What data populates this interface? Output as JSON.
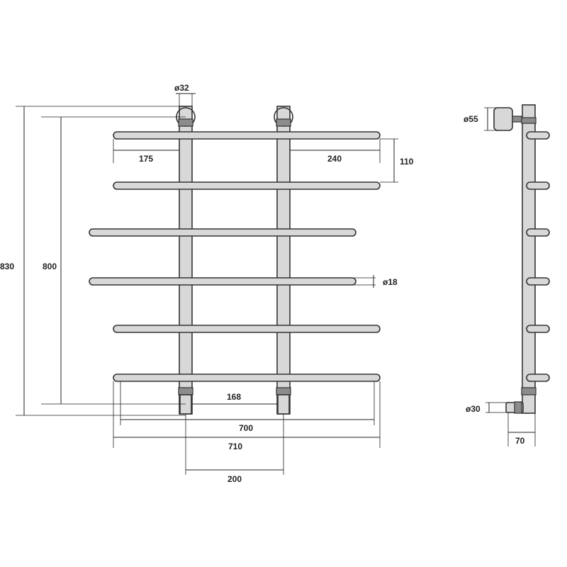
{
  "dimensions": {
    "pipe_diameter": "ø32",
    "total_height": "830",
    "height_800": "800",
    "left_overhang": "175",
    "right_overhang": "240",
    "bar_spacing": "110",
    "bar_diameter": "ø18",
    "inner_gap": "168",
    "width_700": "700",
    "width_710": "710",
    "center_distance": "200",
    "flange_diameter": "ø55",
    "inlet_diameter": "ø30",
    "wall_offset": "70"
  }
}
